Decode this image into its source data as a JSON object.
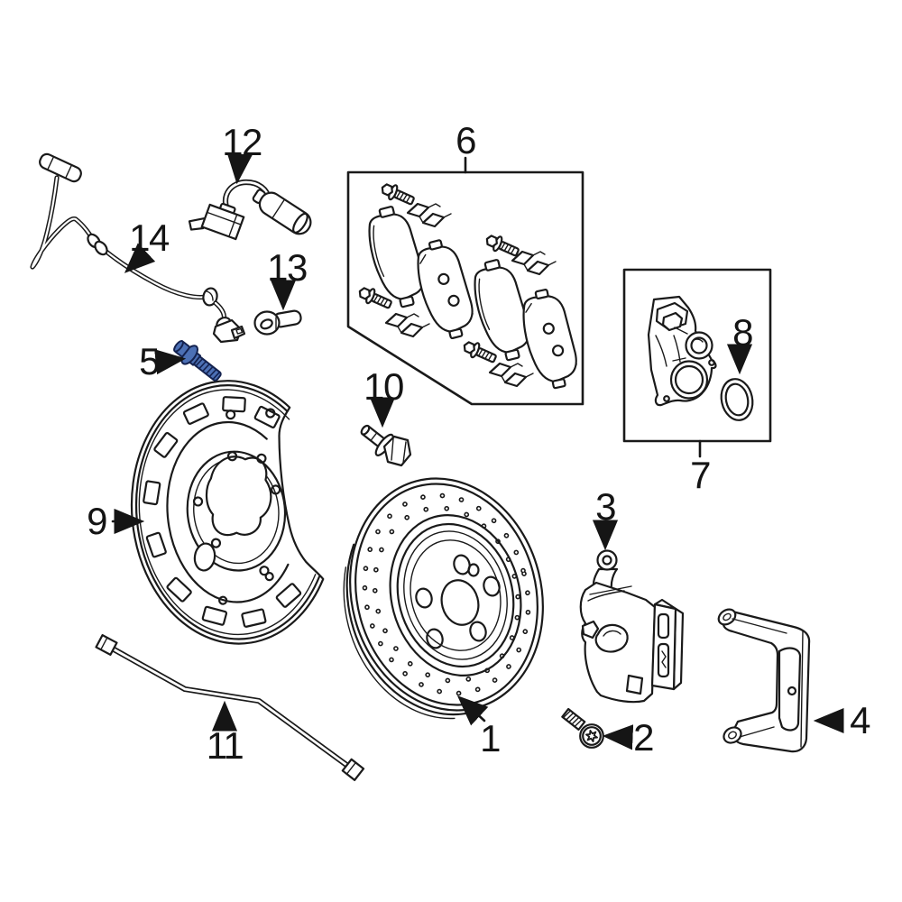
{
  "diagram": {
    "type": "exploded-parts-diagram",
    "subject": "rear-disc-brake-assembly",
    "background_color": "#ffffff",
    "line_color": "#1a1a1a",
    "highlight_color": "#4c70b5",
    "highlighted_callout": "5",
    "callouts": [
      {
        "number": "1",
        "part": "brake-rotor"
      },
      {
        "number": "2",
        "part": "rotor-set-screw"
      },
      {
        "number": "3",
        "part": "brake-caliper"
      },
      {
        "number": "4",
        "part": "caliper-mount-bracket"
      },
      {
        "number": "5",
        "part": "highlighted-flange-bolt"
      },
      {
        "number": "6",
        "part": "brake-pad-hardware-kit"
      },
      {
        "number": "7",
        "part": "parking-brake-actuator"
      },
      {
        "number": "8",
        "part": "actuator-seal-ring"
      },
      {
        "number": "9",
        "part": "brake-dust-shield"
      },
      {
        "number": "10",
        "part": "shield-hex-bolt"
      },
      {
        "number": "11",
        "part": "brake-line"
      },
      {
        "number": "12",
        "part": "brake-wear-sensor"
      },
      {
        "number": "13",
        "part": "cable-clip"
      },
      {
        "number": "14",
        "part": "abs-speed-sensor-cable"
      }
    ]
  }
}
